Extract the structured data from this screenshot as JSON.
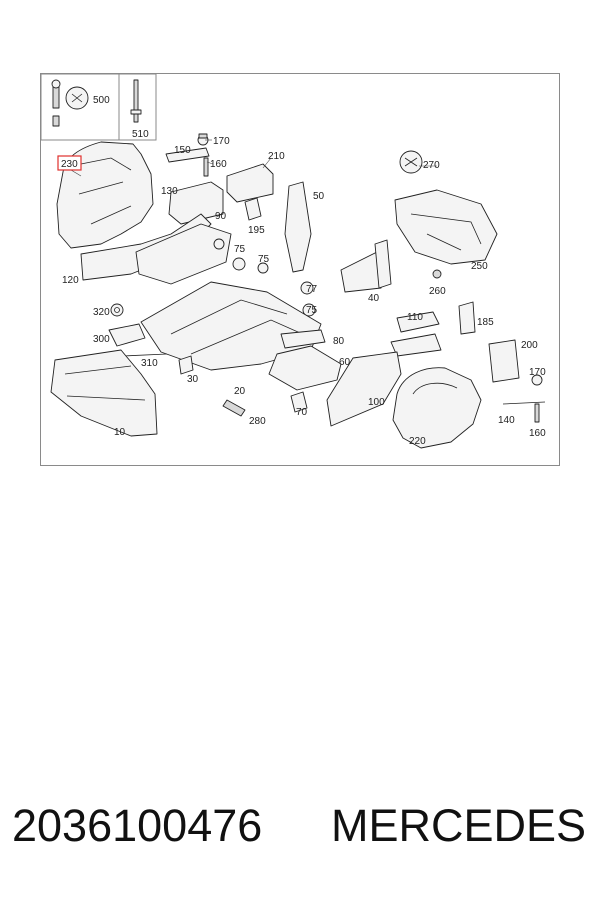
{
  "callouts": {
    "c500": "500",
    "c510": "510",
    "c230": "230",
    "c150": "150",
    "c170a": "170",
    "c160a": "160",
    "c210": "210",
    "c130": "130",
    "c50": "50",
    "c270": "270",
    "c195": "195",
    "c90": "90",
    "c75a": "75",
    "c75b": "75",
    "c120": "120",
    "c77": "77",
    "c40": "40",
    "c250": "250",
    "c260": "260",
    "c320": "320",
    "c75c": "75",
    "c110": "110",
    "c185": "185",
    "c300": "300",
    "c310": "310",
    "c80": "80",
    "c200": "200",
    "c60": "60",
    "c170b": "170",
    "c30": "30",
    "c20": "20",
    "c100": "100",
    "c10": "10",
    "c280": "280",
    "c70": "70",
    "c140": "140",
    "c160b": "160",
    "c220": "220"
  },
  "highlight": {
    "part": "230",
    "color": "#e0302c"
  },
  "caption": {
    "part_number": "2036100476",
    "brand": "MERCEDES"
  }
}
